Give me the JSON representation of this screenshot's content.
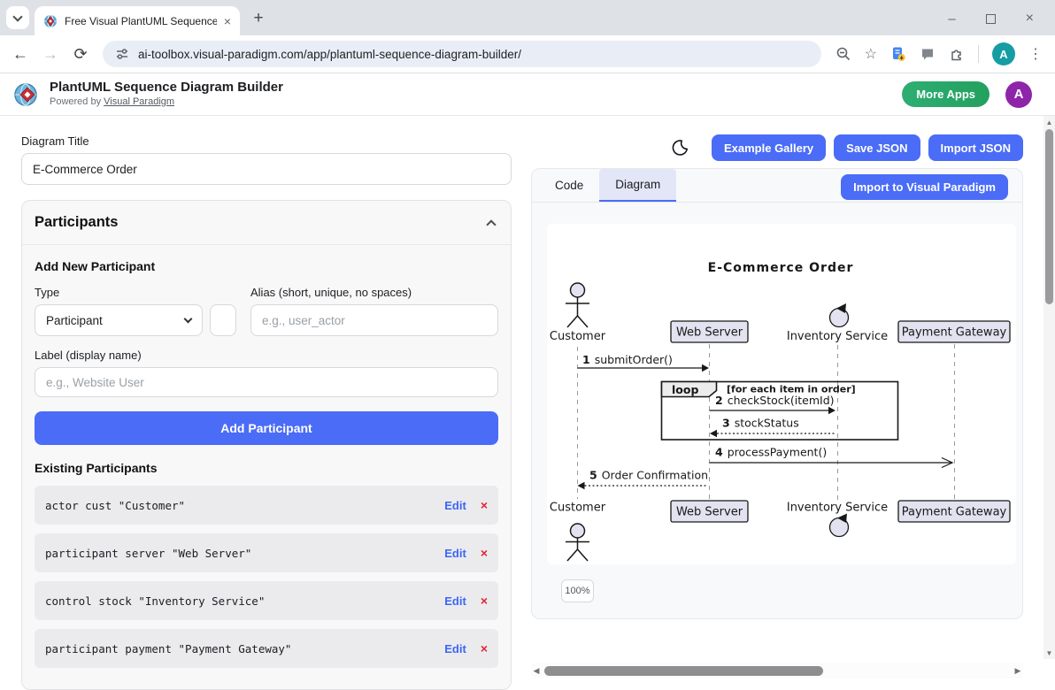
{
  "browser": {
    "tab_title": "Free Visual PlantUML Sequence",
    "url": "ai-toolbox.visual-paradigm.com/app/plantuml-sequence-diagram-builder/",
    "profile_initial": "A"
  },
  "icons": {
    "tab_close": "×",
    "new_tab": "+",
    "back": "←",
    "forward": "→",
    "reload": "⟳",
    "star": "☆",
    "kebab": "⋮",
    "minimize": "–",
    "window_close": "×",
    "scroll_up": "▲",
    "scroll_down": "▼",
    "scroll_left": "◀",
    "scroll_right": "▶"
  },
  "header": {
    "title": "PlantUML Sequence Diagram Builder",
    "powered_by": "Powered by",
    "powered_link": "Visual Paradigm",
    "more_apps": "More Apps",
    "avatar_initial": "A"
  },
  "left": {
    "diagram_title_label": "Diagram Title",
    "diagram_title_value": "E-Commerce Order",
    "participants": {
      "heading": "Participants",
      "add_heading": "Add New Participant",
      "type_label": "Type",
      "type_value": "Participant",
      "alias_label": "Alias (short, unique, no spaces)",
      "alias_placeholder": "e.g., user_actor",
      "name_label": "Label (display name)",
      "name_placeholder": "e.g., Website User",
      "add_button": "Add Participant",
      "existing_heading": "Existing Participants",
      "edit_label": "Edit",
      "remove_glyph": "×",
      "items": [
        {
          "code": "actor cust \"Customer\""
        },
        {
          "code": "participant server \"Web Server\""
        },
        {
          "code": "control stock \"Inventory Service\""
        },
        {
          "code": "participant payment \"Payment Gateway\""
        }
      ]
    }
  },
  "right": {
    "example_gallery": "Example Gallery",
    "save_json": "Save JSON",
    "import_json": "Import JSON",
    "tab_code": "Code",
    "tab_diagram": "Diagram",
    "import_vp": "Import to Visual Paradigm",
    "zoom_level": "100%"
  },
  "diagram": {
    "title": "E-Commerce Order",
    "participants": {
      "customer": "Customer",
      "web_server": "Web Server",
      "inventory": "Inventory Service",
      "payment": "Payment Gateway"
    },
    "loop_label": "loop",
    "loop_condition": "[for each item in order]",
    "messages": [
      {
        "num": "1",
        "label": "submitOrder()"
      },
      {
        "num": "2",
        "label": "checkStock(itemId)"
      },
      {
        "num": "3",
        "label": "stockStatus"
      },
      {
        "num": "4",
        "label": "processPayment()"
      },
      {
        "num": "5",
        "label": "Order Confirmation"
      }
    ]
  },
  "colors": {
    "accent_blue": "#4a6cf7",
    "header_green": "#2ca86f",
    "avatar_purple": "#8e24aa",
    "browser_avatar_teal": "#169da4",
    "participant_fill": "#e2e2f0",
    "edit_link": "#3b66f5",
    "remove_red": "#e02434"
  }
}
